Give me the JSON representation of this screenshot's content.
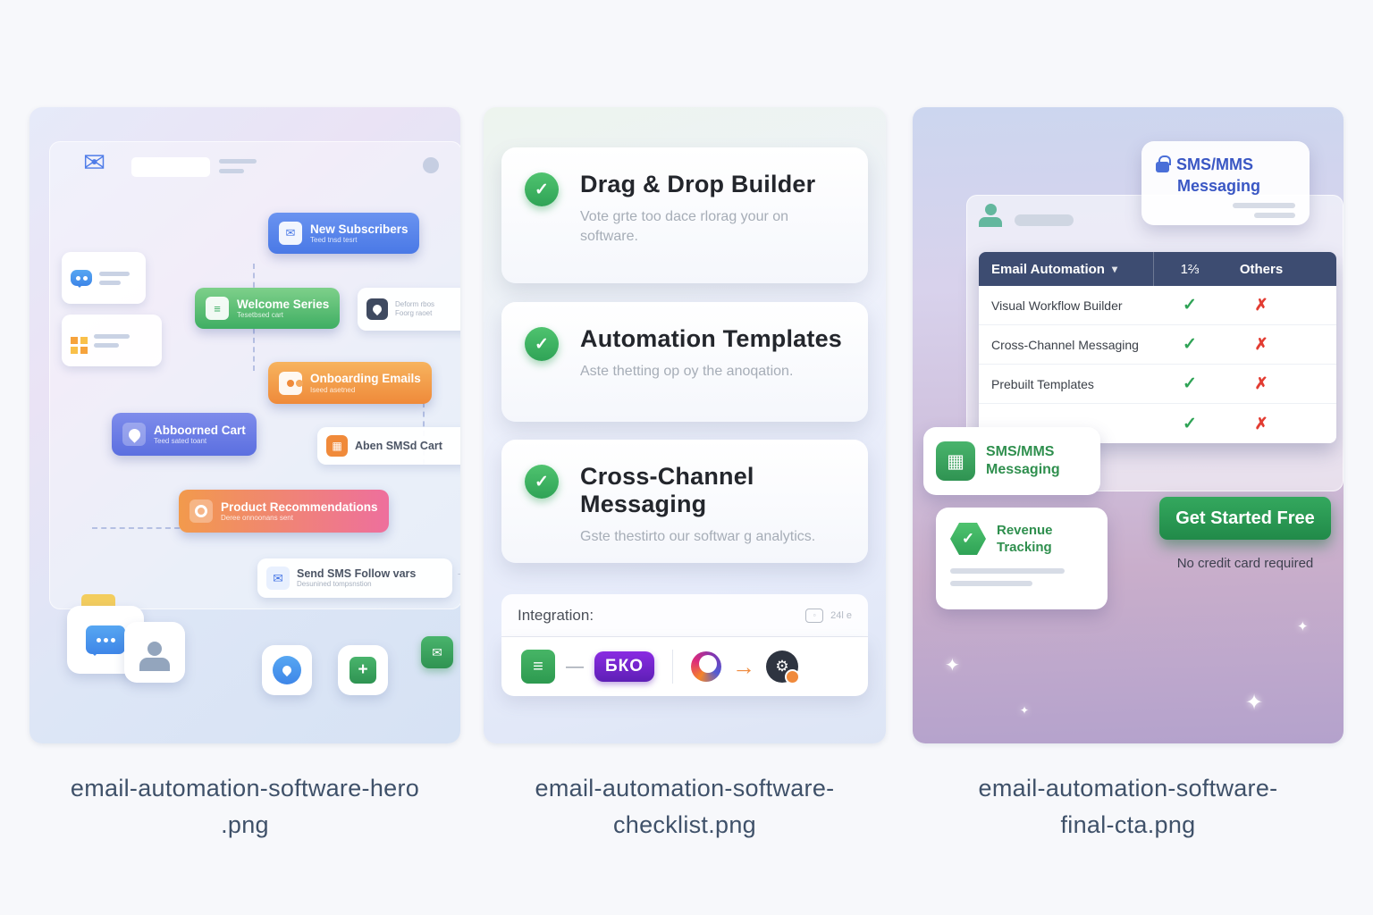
{
  "captions": [
    {
      "line1": "email-automation-software-hero",
      "line2": ".png"
    },
    {
      "line1": "email-automation-software-",
      "line2": "checklist.png"
    },
    {
      "line1": "email-automation-software-",
      "line2": "final-cta.png"
    }
  ],
  "icons": {
    "envelope": "✉",
    "check": "✓",
    "cross": "✗",
    "chevron_down": "▾",
    "arrow_right": "→",
    "menu": "≡",
    "gear": "⚙",
    "grid": "▦",
    "dash": "—",
    "sparkle": "✦"
  },
  "hero": {
    "nodes": {
      "new_subscribers": {
        "label": "New Subscribers",
        "sub": "Teed tnsd tesrt"
      },
      "welcome_series": {
        "label": "Welcome Series",
        "sub": "Tesetbsed cart"
      },
      "deform_card": {
        "line1": "Deform rbos",
        "line2": "Foorg raoet"
      },
      "onboarding": {
        "label": "Onboarding Emails",
        "sub": "Iseed asetned"
      },
      "abandoned": {
        "label": "Abboorned Cart",
        "sub": "Teed sated toant"
      },
      "aben_sms": {
        "label": "Aben SMSd Cart"
      },
      "product_rec": {
        "label": "Product Recommendations",
        "sub": "Deree onnoonans sent"
      },
      "send_sms": {
        "label": "Send SMS Follow vars",
        "sub": "Desunined tompsnstion"
      }
    }
  },
  "checklist": {
    "items": [
      {
        "title": "Drag & Drop Builder",
        "desc": "Vote grte too dace rlorag your on software."
      },
      {
        "title": "Automation Templates",
        "desc": "Aste thetting op oy the anoqation."
      },
      {
        "title": "Cross-Channel Messaging",
        "desc": "Gste thestirto our softwar g analytics."
      }
    ],
    "integration_label": "Integration:",
    "integration_note": "24l e",
    "badge_text": "БКО"
  },
  "cta": {
    "sms_badge": {
      "line1": "SMS/MMS",
      "line2": "Messaging"
    },
    "table": {
      "header": {
        "primary": "Email Automation",
        "col1": "1⅔",
        "col2": "Others"
      },
      "rows": [
        {
          "feature": "Visual Workflow Builder"
        },
        {
          "feature": "Cross-Channel Messaging"
        },
        {
          "feature": "Prebuilt Templates"
        },
        {
          "feature": ""
        }
      ]
    },
    "sms_card": {
      "line1": "SMS/MMS",
      "line2": "Messaging"
    },
    "revenue_card": {
      "line1": "Revenue",
      "line2": "Tracking"
    },
    "button_label": "Get Started Free",
    "button_note": "No credit card required"
  },
  "colors": {
    "check_green": "#2fa356",
    "cross_red": "#e23c32",
    "table_header": "#3d4c71",
    "button_green": "#218a49",
    "accent_blue": "#4a79e6",
    "badge_purple": "#5e1fb6"
  }
}
